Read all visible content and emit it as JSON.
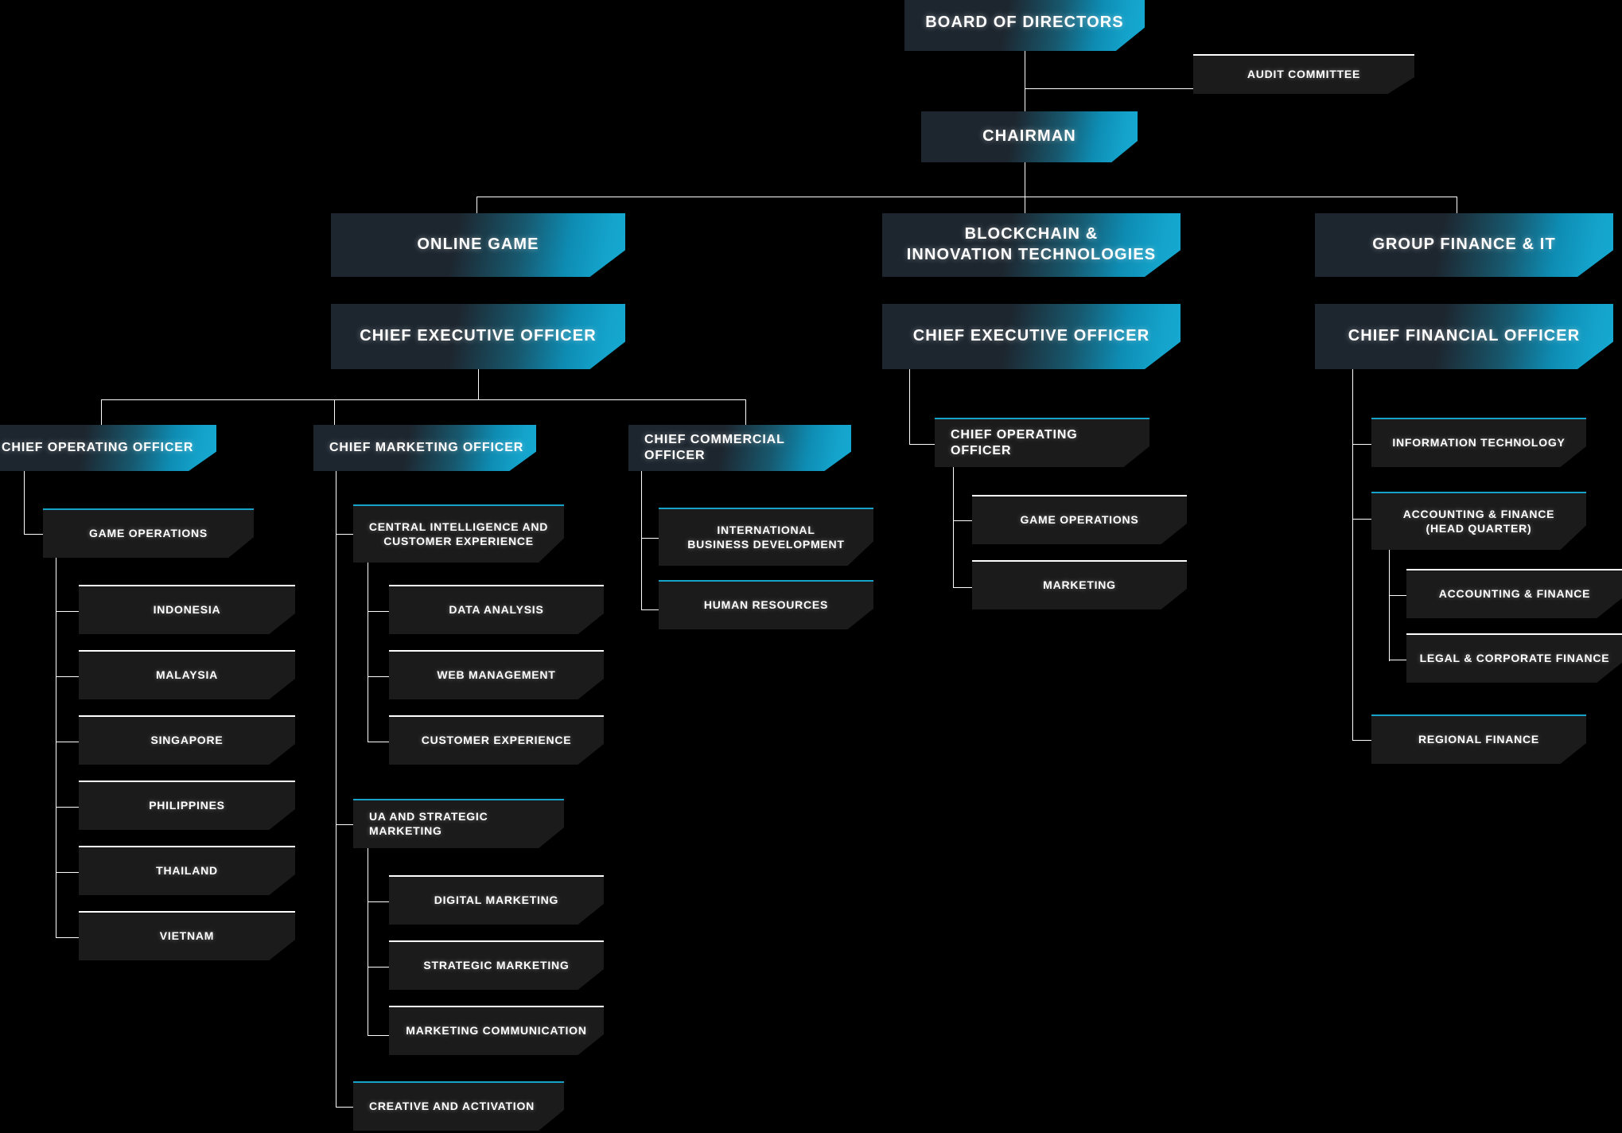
{
  "title": "Corporate Organization Chart",
  "colors": {
    "background": "#000000",
    "accent_cyan": "#17a2c9",
    "node_dark": "#1d262f",
    "node_plain": "#1b1b1b",
    "line": "#ffffff",
    "text": "#ffffff"
  },
  "nodes": {
    "board_of_directors": "BOARD OF DIRECTORS",
    "audit_committee": "AUDIT COMMITTEE",
    "chairman": "CHAIRMAN",
    "division_online_game": "ONLINE GAME",
    "division_blockchain_line1": "BLOCKCHAIN &",
    "division_blockchain_line2": "INNOVATION TECHNOLOGIES",
    "division_group_finance_it": "GROUP FINANCE & IT",
    "og_ceo": "CHIEF EXECUTIVE OFFICER",
    "bc_ceo": "CHIEF EXECUTIVE OFFICER",
    "gf_cfo": "CHIEF FINANCIAL OFFICER",
    "og_coo": "CHIEF OPERATING OFFICER",
    "og_cmo": "CHIEF MARKETING OFFICER",
    "og_cco": "CHIEF COMMERCIAL OFFICER",
    "og_game_operations": "GAME OPERATIONS",
    "og_country_indonesia": "INDONESIA",
    "og_country_malaysia": "MALAYSIA",
    "og_country_singapore": "SINGAPORE",
    "og_country_philippines": "PHILIPPINES",
    "og_country_thailand": "THAILAND",
    "og_country_vietnam": "VIETNAM",
    "cmo_central_intel_line1": "CENTRAL INTELLIGENCE AND",
    "cmo_central_intel_line2": "CUSTOMER EXPERIENCE",
    "cmo_data_analysis": "DATA ANALYSIS",
    "cmo_web_management": "WEB MANAGEMENT",
    "cmo_customer_experience": "CUSTOMER EXPERIENCE",
    "cmo_ua_strategic_marketing": "UA AND STRATEGIC MARKETING",
    "cmo_digital_marketing": "DIGITAL MARKETING",
    "cmo_strategic_marketing": "STRATEGIC MARKETING",
    "cmo_marketing_communication": "MARKETING COMMUNICATION",
    "cmo_creative_and_activation": "CREATIVE AND ACTIVATION",
    "cco_intl_biz_line1": "INTERNATIONAL",
    "cco_intl_biz_line2": "BUSINESS DEVELOPMENT",
    "cco_human_resources": "HUMAN RESOURCES",
    "bc_coo": "CHIEF OPERATING OFFICER",
    "bc_game_operations": "GAME OPERATIONS",
    "bc_marketing": "MARKETING",
    "gf_information_technology": "INFORMATION TECHNOLOGY",
    "gf_accounting_hq_line1": "ACCOUNTING & FINANCE",
    "gf_accounting_hq_line2": "(HEAD QUARTER)",
    "gf_accounting_finance": "ACCOUNTING & FINANCE",
    "gf_legal_corporate_finance": "LEGAL & CORPORATE FINANCE",
    "gf_regional_finance": "REGIONAL FINANCE"
  }
}
